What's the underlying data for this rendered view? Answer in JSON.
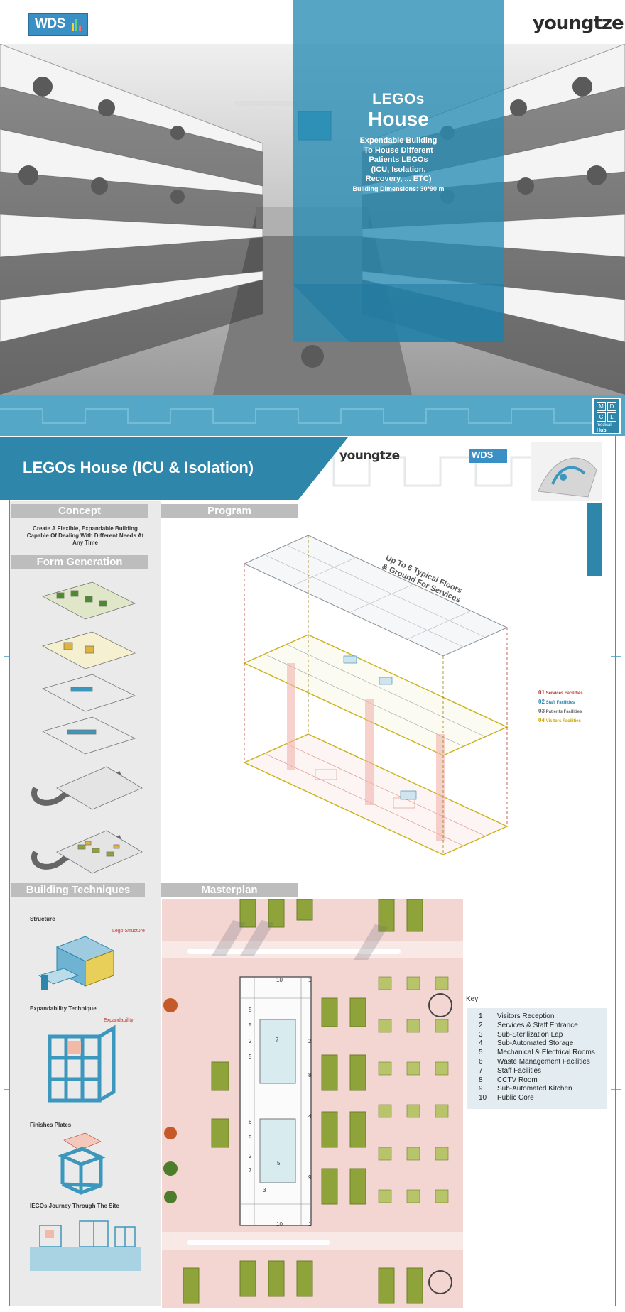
{
  "hero": {
    "title_small": "LEGOs",
    "title_big": "House",
    "subtitle_lines": [
      "Expendable Building",
      "To House Different",
      "Patients LEGOs",
      "(ICU, Isolation,",
      "Recovery, ... ETC)"
    ],
    "dimensions": "Building Dimensions: 30*90 m"
  },
  "logos": {
    "wds": "WDS",
    "youngtze": "youngtze",
    "medical_hub_cells": [
      "M",
      "D",
      "C",
      "L"
    ],
    "medical_hub_label": "medical",
    "medical_hub_word": "Hub"
  },
  "sheet": {
    "title": "LEGOs House (ICU & Isolation)"
  },
  "sections": {
    "concept": "Concept",
    "concept_text": "Create A Flexible, Expandable Building Capable Of Dealing With Different Needs At Any Time",
    "form_generation": "Form Generation",
    "program": "Program",
    "building_techniques": "Building Techniques",
    "masterplan": "Masterplan"
  },
  "techniques": {
    "structure": "Structure",
    "lego_structure": "Lego Structure",
    "expandability_technique": "Expandability Technique",
    "expandability": "Expandability",
    "finishes_plates": "Finishes Plates",
    "journey": "lEGOs Journey Through The Site"
  },
  "program": {
    "floors_note_line1": "Up To 6 Typical Floors",
    "floors_note_line2": "& Ground For Services",
    "legend": [
      {
        "num": "01",
        "label": "Services Facilities",
        "color": "#c0392b"
      },
      {
        "num": "02",
        "label": "Staff Facilities",
        "color": "#2e86ab"
      },
      {
        "num": "03",
        "label": "Patients Facilities",
        "color": "#666666"
      },
      {
        "num": "04",
        "label": "Visitors Facilities",
        "color": "#c9a500"
      }
    ]
  },
  "key": {
    "title": "Key",
    "items": [
      {
        "num": "1",
        "label": "Visitors Reception"
      },
      {
        "num": "2",
        "label": "Services & Staff Entrance"
      },
      {
        "num": "3",
        "label": "Sub-Sterilization Lap"
      },
      {
        "num": "4",
        "label": "Sub-Automated Storage"
      },
      {
        "num": "5",
        "label": "Mechanical & Electrical Rooms"
      },
      {
        "num": "6",
        "label": "Waste Management Facilities"
      },
      {
        "num": "7",
        "label": "Staff Facilities"
      },
      {
        "num": "8",
        "label": "CCTV Room"
      },
      {
        "num": "9",
        "label": "Sub-Automated Kitchen"
      },
      {
        "num": "10",
        "label": "Public Core"
      }
    ]
  },
  "plan_labels": [
    "10",
    "1",
    "5",
    "5",
    "2",
    "5",
    "7",
    "2",
    "8",
    "6",
    "5",
    "2",
    "7",
    "5",
    "3",
    "10",
    "1",
    "4",
    "9"
  ],
  "colors": {
    "brand_blue": "#2e86ab",
    "panel_blue": "#3c97bd",
    "section_gray": "#bdbdbd",
    "masterplan_pink": "#f3d6d2",
    "plan_green": "#8ea33a"
  }
}
